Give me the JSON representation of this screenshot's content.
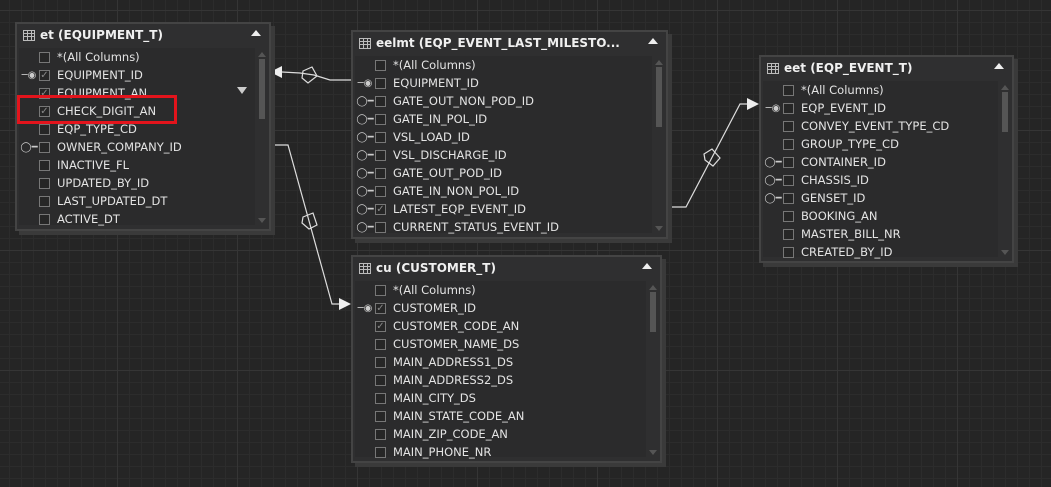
{
  "tables": [
    {
      "id": "et",
      "title": "et  (EQUIPMENT_T)",
      "thumb": [
        0,
        60
      ],
      "rows": [
        {
          "label": "*(All Columns)",
          "key": "",
          "checked": false
        },
        {
          "label": "EQUIPMENT_ID",
          "key": "pk",
          "checked": true
        },
        {
          "label": "EQUIPMENT_AN",
          "key": "",
          "checked": true
        },
        {
          "label": "CHECK_DIGIT_AN",
          "key": "",
          "checked": true
        },
        {
          "label": "EQP_TYPE_CD",
          "key": "",
          "checked": false
        },
        {
          "label": "OWNER_COMPANY_ID",
          "key": "fk",
          "checked": false
        },
        {
          "label": "INACTIVE_FL",
          "key": "",
          "checked": false
        },
        {
          "label": "UPDATED_BY_ID",
          "key": "",
          "checked": false
        },
        {
          "label": "LAST_UPDATED_DT",
          "key": "",
          "checked": false
        },
        {
          "label": "ACTIVE_DT",
          "key": "",
          "checked": false
        }
      ]
    },
    {
      "id": "eelmt",
      "title": "eelmt  (EQP_EVENT_LAST_MILESTO...",
      "thumb": [
        0,
        60
      ],
      "rows": [
        {
          "label": "*(All Columns)",
          "key": "",
          "checked": false
        },
        {
          "label": "EQUIPMENT_ID",
          "key": "pk",
          "checked": false
        },
        {
          "label": "GATE_OUT_NON_POD_ID",
          "key": "fk",
          "checked": false
        },
        {
          "label": "GATE_IN_POL_ID",
          "key": "fk",
          "checked": false
        },
        {
          "label": "VSL_LOAD_ID",
          "key": "fk",
          "checked": false
        },
        {
          "label": "VSL_DISCHARGE_ID",
          "key": "fk",
          "checked": false
        },
        {
          "label": "GATE_OUT_POD_ID",
          "key": "fk",
          "checked": false
        },
        {
          "label": "GATE_IN_NON_POL_ID",
          "key": "fk",
          "checked": false
        },
        {
          "label": "LATEST_EQP_EVENT_ID",
          "key": "fk",
          "checked": true
        },
        {
          "label": "CURRENT_STATUS_EVENT_ID",
          "key": "fk",
          "checked": false
        }
      ]
    },
    {
      "id": "cu",
      "title": "cu (CUSTOMER_T)",
      "thumb": [
        0,
        40
      ],
      "rows": [
        {
          "label": "*(All Columns)",
          "key": "",
          "checked": false
        },
        {
          "label": "CUSTOMER_ID",
          "key": "pk",
          "checked": true
        },
        {
          "label": "CUSTOMER_CODE_AN",
          "key": "",
          "checked": true
        },
        {
          "label": "CUSTOMER_NAME_DS",
          "key": "",
          "checked": false
        },
        {
          "label": "MAIN_ADDRESS1_DS",
          "key": "",
          "checked": false
        },
        {
          "label": "MAIN_ADDRESS2_DS",
          "key": "",
          "checked": false
        },
        {
          "label": "MAIN_CITY_DS",
          "key": "",
          "checked": false
        },
        {
          "label": "MAIN_STATE_CODE_AN",
          "key": "",
          "checked": false
        },
        {
          "label": "MAIN_ZIP_CODE_AN",
          "key": "",
          "checked": false
        },
        {
          "label": "MAIN_PHONE_NR",
          "key": "",
          "checked": false
        }
      ]
    },
    {
      "id": "eet",
      "title": "eet  (EQP_EVENT_T)",
      "thumb": [
        0,
        40
      ],
      "rows": [
        {
          "label": "*(All Columns)",
          "key": "",
          "checked": false
        },
        {
          "label": "EQP_EVENT_ID",
          "key": "pk",
          "checked": false
        },
        {
          "label": "CONVEY_EVENT_TYPE_CD",
          "key": "",
          "checked": false
        },
        {
          "label": "GROUP_TYPE_CD",
          "key": "",
          "checked": false
        },
        {
          "label": "CONTAINER_ID",
          "key": "fk",
          "checked": false
        },
        {
          "label": "CHASSIS_ID",
          "key": "fk",
          "checked": false
        },
        {
          "label": "GENSET_ID",
          "key": "fk",
          "checked": false
        },
        {
          "label": "BOOKING_AN",
          "key": "",
          "checked": false
        },
        {
          "label": "MASTER_BILL_NR",
          "key": "",
          "checked": false
        },
        {
          "label": "CREATED_BY_ID",
          "key": "",
          "checked": false
        }
      ]
    }
  ],
  "highlight_color": "#e3141c"
}
